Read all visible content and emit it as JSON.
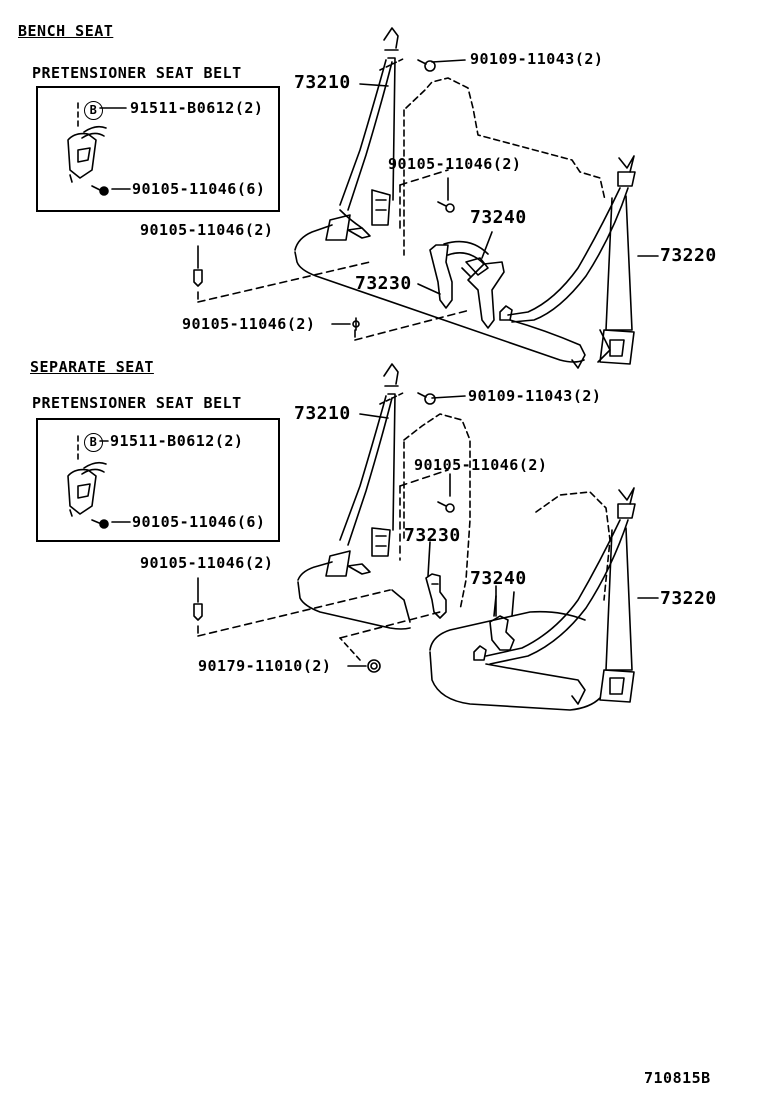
{
  "sections": {
    "bench": {
      "title": "BENCH SEAT",
      "pretensioner_title": "PRETENSIONER SEAT BELT",
      "callouts": {
        "circle_b": "B",
        "p91511": "91511-B0612(2)",
        "p90105_box": "90105-11046(6)",
        "p90109": "90109-11043(2)",
        "p73210": "73210",
        "p90105_a": "90105-11046(2)",
        "p73240": "73240",
        "p90105_left": "90105-11046(2)",
        "p73220": "73220",
        "p73230": "73230",
        "p90105_bottom": "90105-11046(2)"
      }
    },
    "separate": {
      "title": "SEPARATE SEAT",
      "pretensioner_title": "PRETENSIONER SEAT BELT",
      "callouts": {
        "circle_b": "B",
        "p91511": "91511-B0612(2)",
        "p90105_box": "90105-11046(6)",
        "p90109": "90109-11043(2)",
        "p73210": "73210",
        "p90105_a": "90105-11046(2)",
        "p73230": "73230",
        "p73240": "73240",
        "p73220": "73220",
        "p90105_left": "90105-11046(2)",
        "p90179": "90179-11010(2)"
      }
    }
  },
  "figure_code": "710815B"
}
